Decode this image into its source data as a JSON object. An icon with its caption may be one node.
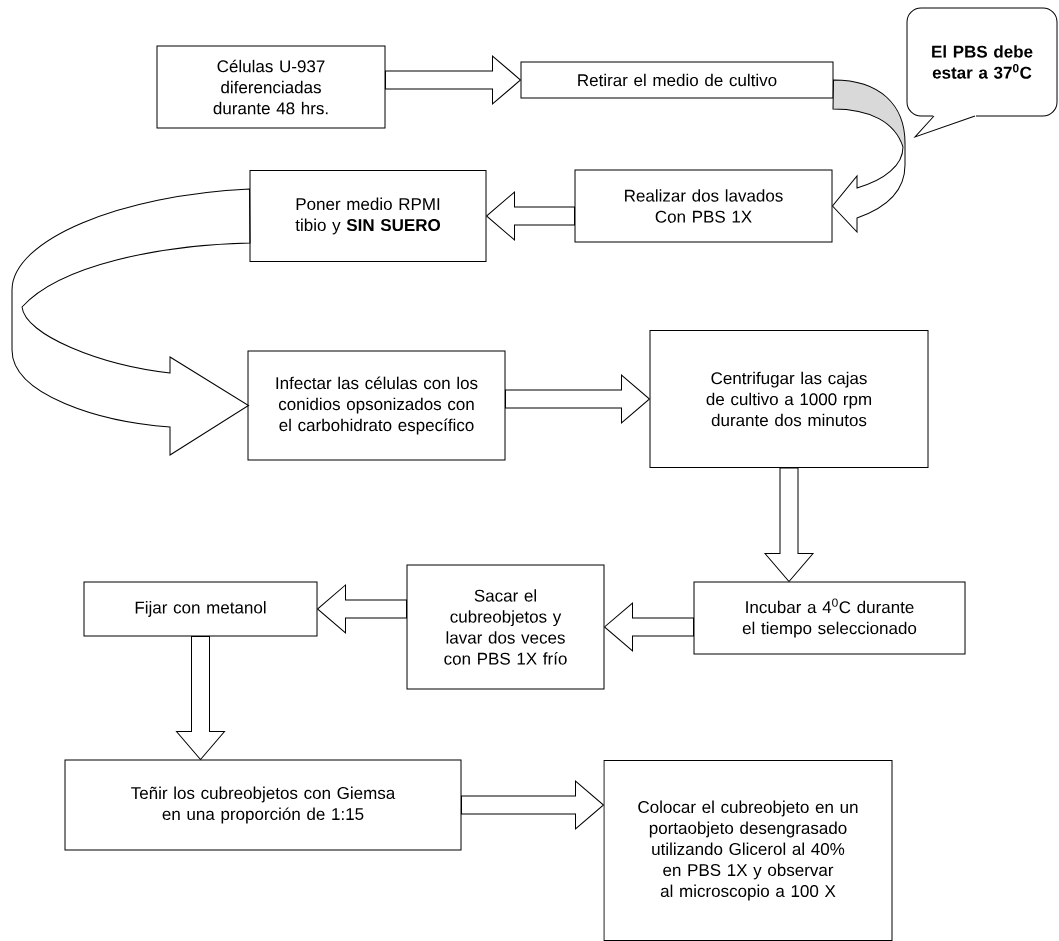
{
  "diagram": {
    "nodes": [
      {
        "text": [
          "Células U-937 diferenciadas durante 48 hrs."
        ]
      },
      {
        "text": [
          "Retirar el medio de cultivo"
        ]
      },
      {
        "text": [
          "El PBS debe estar a 37$^{0}$C"
        ]
      },
      {
        "text": [
          "Realizar dos lavados Con PBS 1X"
        ]
      },
      {
        "text": [
          "Poner medio RPMI tibio y **SIN SUERO**"
        ]
      },
      {
        "text": [
          "Infectar las células con los conidios opsonizados con el carbohidrato específico"
        ]
      },
      {
        "text": [
          "Centrifugar las cajas de cultivo a 1000 rpm durante dos minutos"
        ]
      },
      {
        "text": [
          "Incubar a 4$^{0}$C durante el tiempo seleccionado"
        ]
      },
      {
        "text": [
          "Sacar el cubreobjetos y lavar dos veces con PBS 1X frío"
        ]
      },
      {
        "text": [
          "Fijar con metanol"
        ]
      },
      {
        "text": [
          "Teñir los cubreobjetos con Giemsa en una proporción de 1:15"
        ]
      },
      {
        "text": [
          "Colocar el cubreobjeto en un portaobjeto desengrasado utilizando Glicerol al 40% en PBS 1X y observar al microscopio a 100 X"
        ]
      }
    ],
    "edges": [
      {
        "from": 0,
        "to": 1,
        "arrow": "to"
      },
      {
        "from": 1,
        "to": 3,
        "arrow": "to"
      },
      {
        "from": 3,
        "to": 4,
        "arrow": "to"
      },
      {
        "from": 4,
        "to": 5,
        "arrow": "to"
      },
      {
        "from": 5,
        "to": 6,
        "arrow": "to"
      },
      {
        "from": 6,
        "to": 7,
        "arrow": "to"
      },
      {
        "from": 7,
        "to": 8,
        "arrow": "to"
      },
      {
        "from": 8,
        "to": 9,
        "arrow": "to"
      },
      {
        "from": 9,
        "to": 10,
        "arrow": "to"
      },
      {
        "from": 10,
        "to": 11,
        "arrow": "to"
      }
    ]
  }
}
